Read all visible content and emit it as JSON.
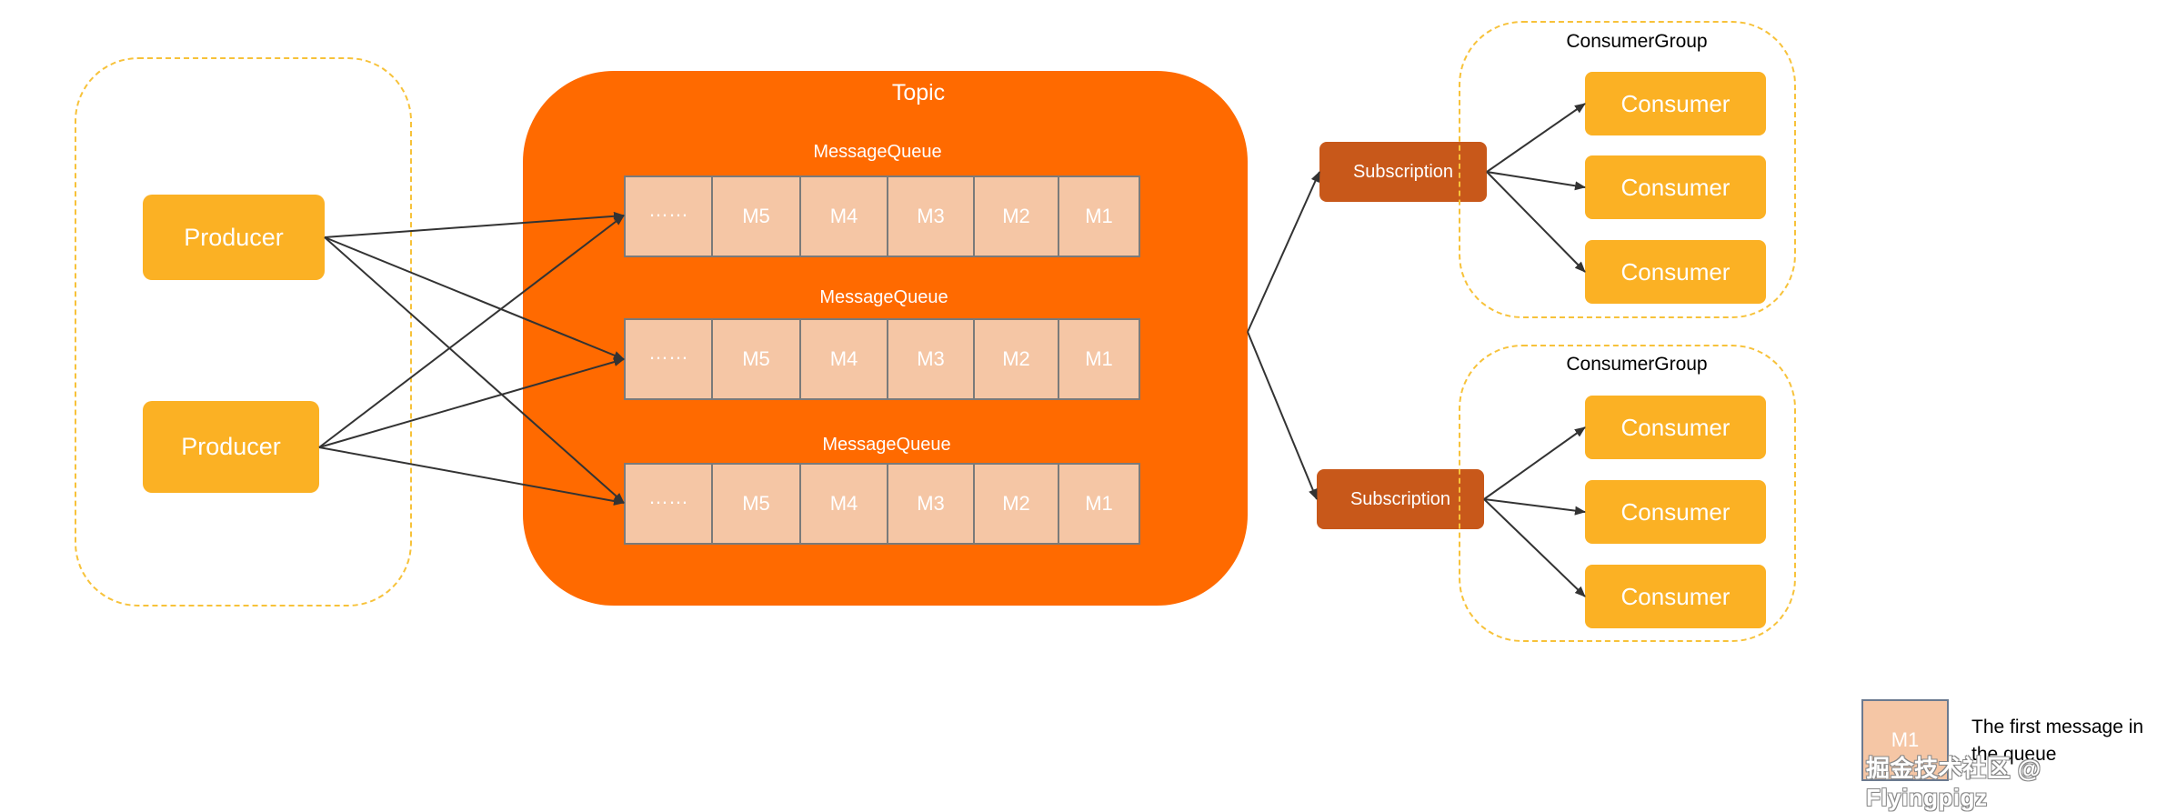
{
  "topic": {
    "title": "Topic"
  },
  "queues": [
    {
      "label": "MessageQueue",
      "cells": [
        "……",
        "M5",
        "M4",
        "M3",
        "M2",
        "M1"
      ]
    },
    {
      "label": "MessageQueue",
      "cells": [
        "……",
        "M5",
        "M4",
        "M3",
        "M2",
        "M1"
      ]
    },
    {
      "label": "MessageQueue",
      "cells": [
        "……",
        "M5",
        "M4",
        "M3",
        "M2",
        "M1"
      ]
    }
  ],
  "producers": [
    {
      "label": "Producer"
    },
    {
      "label": "Producer"
    }
  ],
  "subscriptions": [
    {
      "label": "Subscription"
    },
    {
      "label": "Subscription"
    }
  ],
  "consumer_groups": [
    {
      "label": "ConsumerGroup",
      "consumers": [
        "Consumer",
        "Consumer",
        "Consumer"
      ]
    },
    {
      "label": "ConsumerGroup",
      "consumers": [
        "Consumer",
        "Consumer",
        "Consumer"
      ]
    }
  ],
  "legend": {
    "box_label": "M1",
    "text": "The first message in the queue"
  },
  "watermark": "掘金技术社区 @ Flyingpigz",
  "colors": {
    "topic": "#ff6a00",
    "queue_cell": "#f5c6a5",
    "producer": "#fbb124",
    "consumer": "#fbb124",
    "subscription": "#c8581a",
    "dashed_border": "#f7c23a",
    "arrow": "#333333"
  }
}
